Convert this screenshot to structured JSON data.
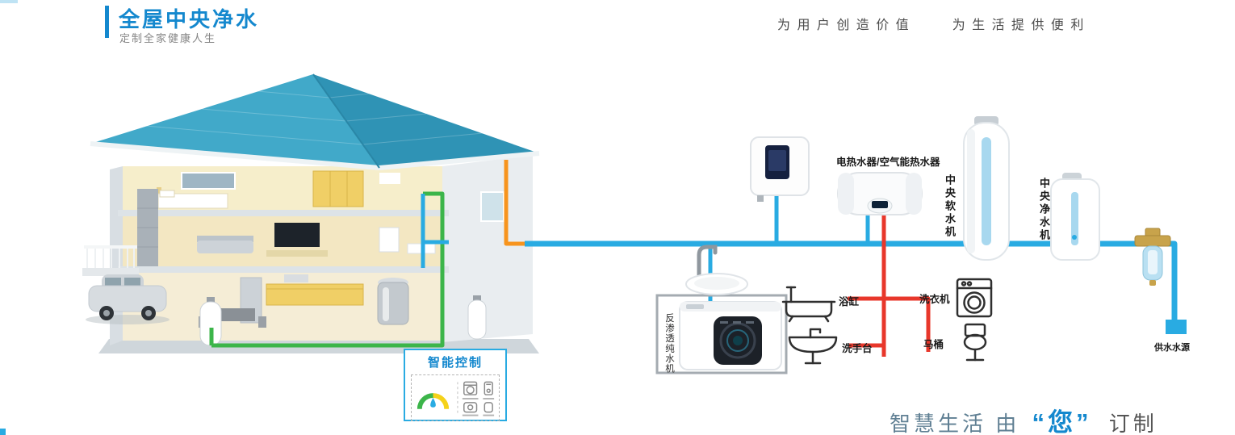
{
  "header": {
    "title": "全屋中央净水",
    "subtitle": "定制全家健康人生",
    "value_slogan": "为 用 户 创 造 价 值",
    "convenience_slogan": "为 生 活 提 供 便 利"
  },
  "smart_control": {
    "title": "智能控制"
  },
  "diagram": {
    "labels": {
      "heater": "电热水器/空气能热水器",
      "softener": "中央软水机",
      "purifier": "中央净水机",
      "ro": "反渗透纯水机",
      "bathtub": "浴缸",
      "washer": "洗衣机",
      "basin": "洗手台",
      "toilet": "马桶",
      "source": "供水水源"
    }
  },
  "footer": {
    "part1": "智慧生活  由",
    "emphasis": "“您”",
    "part2": "订制"
  },
  "colors": {
    "accent_blue": "#1488ce",
    "pipe_blue": "#29abe2",
    "pipe_red": "#e8372b",
    "pipe_green": "#3cb54a",
    "pipe_orange": "#f7941d",
    "roof_teal": "#3ba6c8"
  }
}
